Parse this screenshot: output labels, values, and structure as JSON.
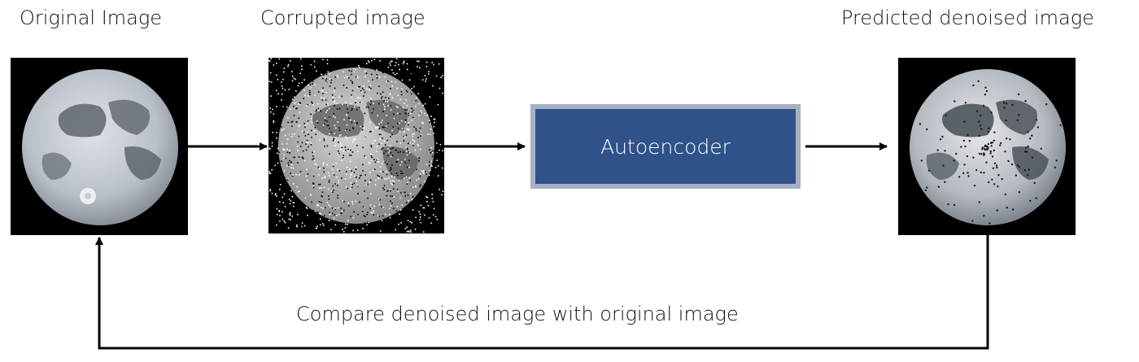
{
  "labels": {
    "original": "Original Image",
    "corrupted": "Corrupted image",
    "predicted": "Predicted denoised image",
    "compare": "Compare denoised image with original image"
  },
  "autoencoder": {
    "label": "Autoencoder"
  },
  "images": {
    "original": "full-moon",
    "corrupted": "full-moon-salt-and-pepper-noise",
    "predicted": "full-moon-denoised"
  },
  "colors": {
    "autoencoder_fill": "#2f5289",
    "autoencoder_border": "#a6b0c3",
    "arrow": "#000000"
  }
}
